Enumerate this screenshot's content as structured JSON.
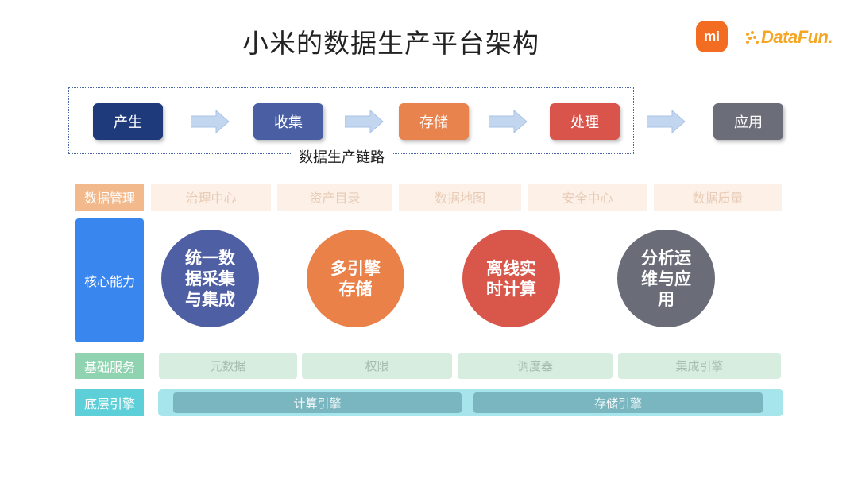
{
  "title": "小米的数据生产平台架构",
  "logos": {
    "mi": "mi",
    "datafun": "DataFun."
  },
  "chain": {
    "label": "数据生产链路",
    "steps": [
      {
        "label": "产生",
        "color": "#1e3a7a"
      },
      {
        "label": "收集",
        "color": "#4a5fa3"
      },
      {
        "label": "存储",
        "color": "#e8834e"
      },
      {
        "label": "处理",
        "color": "#d9544a"
      },
      {
        "label": "应用",
        "color": "#6b6e79"
      }
    ],
    "arrow_icon": "right-arrow-icon"
  },
  "data_management": {
    "label": "数据管理",
    "label_color": "#f1b98c",
    "items": [
      "治理中心",
      "资产目录",
      "数据地图",
      "安全中心",
      "数据质量"
    ]
  },
  "core_capabilities": {
    "label": "核心能力",
    "label_color": "#3a86ef",
    "items": [
      {
        "text": "统一数据采集与集成",
        "color": "#4f5fa3"
      },
      {
        "text": "多引擎存储",
        "color": "#ea8148"
      },
      {
        "text": "离线实时计算",
        "color": "#d9574a"
      },
      {
        "text": "分析运维与应用",
        "color": "#6a6c78"
      }
    ]
  },
  "base_services": {
    "label": "基础服务",
    "label_color": "#8fd3b0",
    "items": [
      "元数据",
      "权限",
      "调度器",
      "集成引擎"
    ]
  },
  "bottom_engine": {
    "label": "底层引擎",
    "label_color": "#5ccfd8",
    "items": [
      "计算引擎",
      "存储引擎"
    ]
  }
}
